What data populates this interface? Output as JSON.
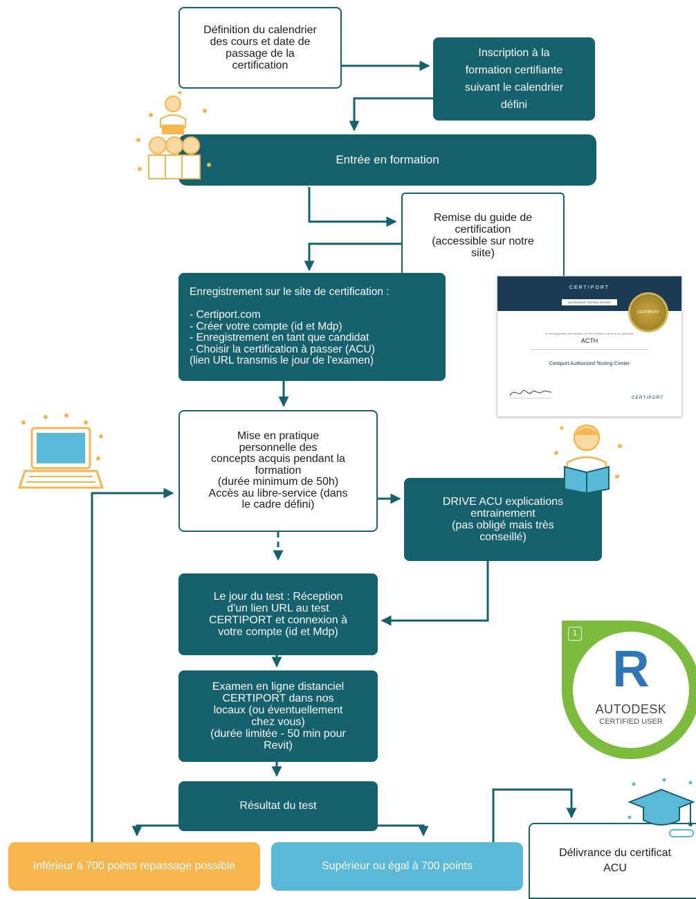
{
  "steps": {
    "calendar": "Définition du calendrier\ndes cours et date de\npassage de la\ncertification",
    "inscription": "Inscription à la\nformation certifiante\nsuivant le calendrier\ndéfini",
    "entree": "Entrée en formation",
    "guide": "Remise du guide de\ncertification\n(accessible sur notre\nsiite)",
    "enregistrement": "Enregistrement sur le site de certification :\n\n- Certiport.com\n- Créer votre compte (id et Mdp)\n- Enregistrement en tant que candidat\n- Choisir la certification à passer (ACU)\n(lien URL transmis le jour de l'examen)",
    "pratique": "Mise en pratique\npersonnelle des\nconcepts acquis pendant la\nformation\n(durée minimum de 50h)\nAccès au libre-service (dans\nle cadre défini)",
    "drive": "DRIVE ACU explications\nentrainement\n(pas obligé mais très\nconseillé)",
    "jour_test": "Le jour du test : Réception\nd'un lien URL au test\nCERTIPORT et connexion à\nvotre compte (id et Mdp)",
    "examen": "Examen en ligne distanciel\nCERTIPORT dans nos\nlocaux (ou éventuellement\nchez vous)\n(durée limitée - 50 min pour\nRevit)",
    "resultat": "Résultat du test",
    "inferieur": "Inférieur à 700 points repassage possible",
    "superieur": "Supérieur ou égal à 700 points",
    "delivrance": "Délivrance du certificat\nACU"
  },
  "certificate_card": {
    "brand": "CERTIPORT",
    "banner": "AUTHORIZED TESTING CENTER",
    "seal": "CERTIPORT",
    "fine_print": "is hereby granted authorization to offer Certiport exams as an approved",
    "name": "ACTH",
    "subtitle": "Certiport Authorized Testing Center"
  },
  "badge": {
    "level": "1",
    "letter": "R",
    "brand": "AUTODESK",
    "certified": "CERTIFIED USER"
  },
  "colors": {
    "teal": "#15616d",
    "orange": "#f7b54e",
    "blue": "#5ab9d6",
    "green": "#7cbb3c"
  }
}
